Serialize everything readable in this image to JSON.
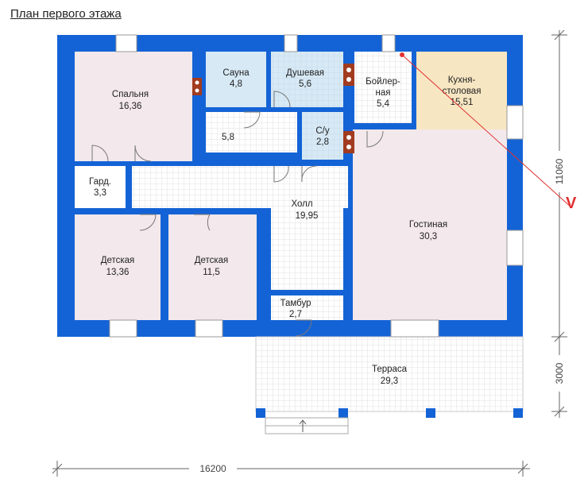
{
  "title": "План первого этажа",
  "rooms": {
    "spalnya": {
      "name": "Спальня",
      "area": "16,36"
    },
    "sauna": {
      "name": "Сауна",
      "area": "4,8"
    },
    "dushevaya": {
      "name": "Душевая",
      "area": "5,6"
    },
    "boiler": {
      "name1": "Бойлер-",
      "name2": "ная",
      "area": "5,4"
    },
    "kitchen": {
      "name1": "Кухня-",
      "name2": "столовая",
      "area": "15,51"
    },
    "corridor": {
      "area": "5,8"
    },
    "wc": {
      "name": "С/у",
      "area": "2,8"
    },
    "gard": {
      "name": "Гард.",
      "area": "3,3"
    },
    "holl": {
      "name": "Холл",
      "area": "19,95"
    },
    "gostinaya": {
      "name": "Гостиная",
      "area": "30,3"
    },
    "detskaya1": {
      "name": "Детская",
      "area": "13,36"
    },
    "detskaya2": {
      "name": "Детская",
      "area": "11,5"
    },
    "tambur": {
      "name": "Тамбур",
      "area": "2,7"
    },
    "terrasa": {
      "name": "Терраса",
      "area": "29,3"
    }
  },
  "dimensions": {
    "width": "16200",
    "depth_house": "11060",
    "depth_terrace": "3000"
  },
  "watermark": "V",
  "colors": {
    "wall": "#1463d6",
    "bedroom": "#f3e8eb",
    "wet": "#d7e9f5",
    "kitchen": "#f7e6c2",
    "floor": "#ffffff"
  }
}
